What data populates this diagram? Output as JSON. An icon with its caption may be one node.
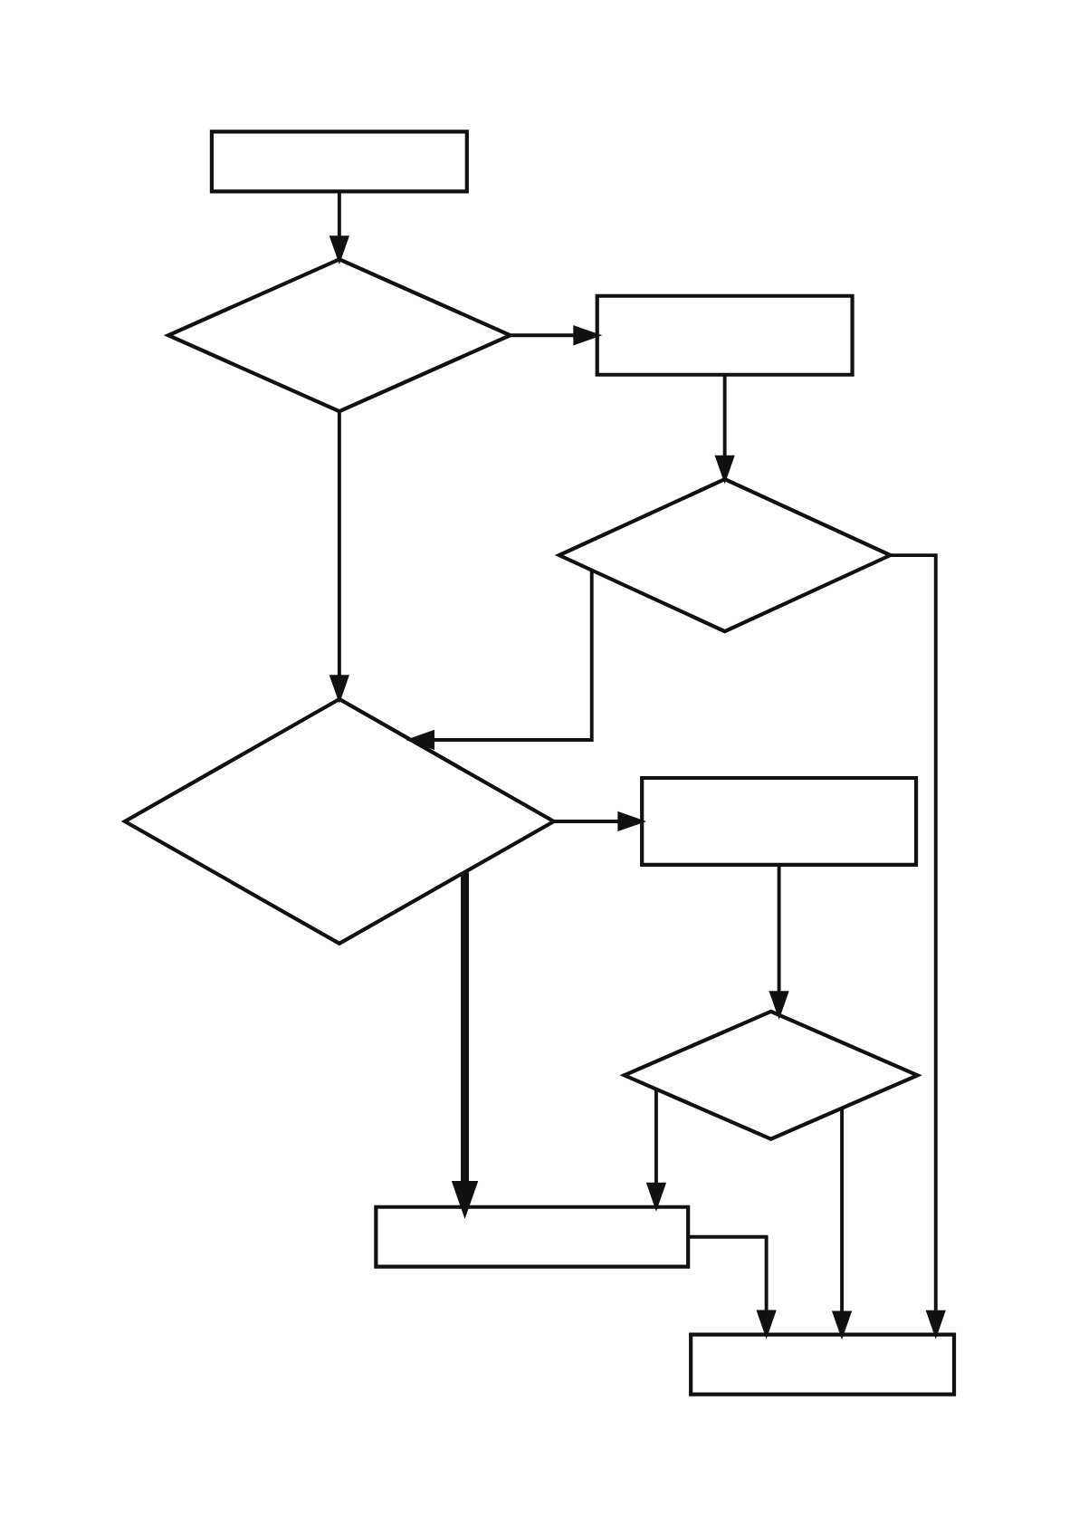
{
  "diagram": {
    "nodes": [
      {
        "text": [],
        "shape": "box"
      },
      {
        "text": [],
        "shape": "diamond"
      },
      {
        "text": [],
        "shape": "box"
      },
      {
        "text": [],
        "shape": "diamond"
      },
      {
        "text": [],
        "shape": "diamond"
      },
      {
        "text": [],
        "shape": "box"
      },
      {
        "text": [],
        "shape": "diamond"
      },
      {
        "text": [],
        "shape": "box"
      },
      {
        "text": [],
        "shape": "box"
      }
    ],
    "edges": [
      {
        "from": 0,
        "to": 1,
        "arrow": "to"
      },
      {
        "from": 1,
        "to": 2,
        "arrow": "to"
      },
      {
        "from": 2,
        "to": 3,
        "arrow": "to"
      },
      {
        "from": 1,
        "to": 4,
        "arrow": "to"
      },
      {
        "from": 3,
        "to": 4,
        "arrow": "to"
      },
      {
        "from": 3,
        "to": 8,
        "arrow": "to"
      },
      {
        "from": 4,
        "to": 5,
        "arrow": "to"
      },
      {
        "from": 5,
        "to": 6,
        "arrow": "to"
      },
      {
        "from": 6,
        "to": 8,
        "arrow": "to"
      },
      {
        "from": 4,
        "to": 7,
        "arrow": "to",
        "style": "thick"
      },
      {
        "from": 6,
        "to": 7,
        "arrow": "to"
      },
      {
        "from": 7,
        "to": 8,
        "arrow": "to"
      }
    ]
  }
}
